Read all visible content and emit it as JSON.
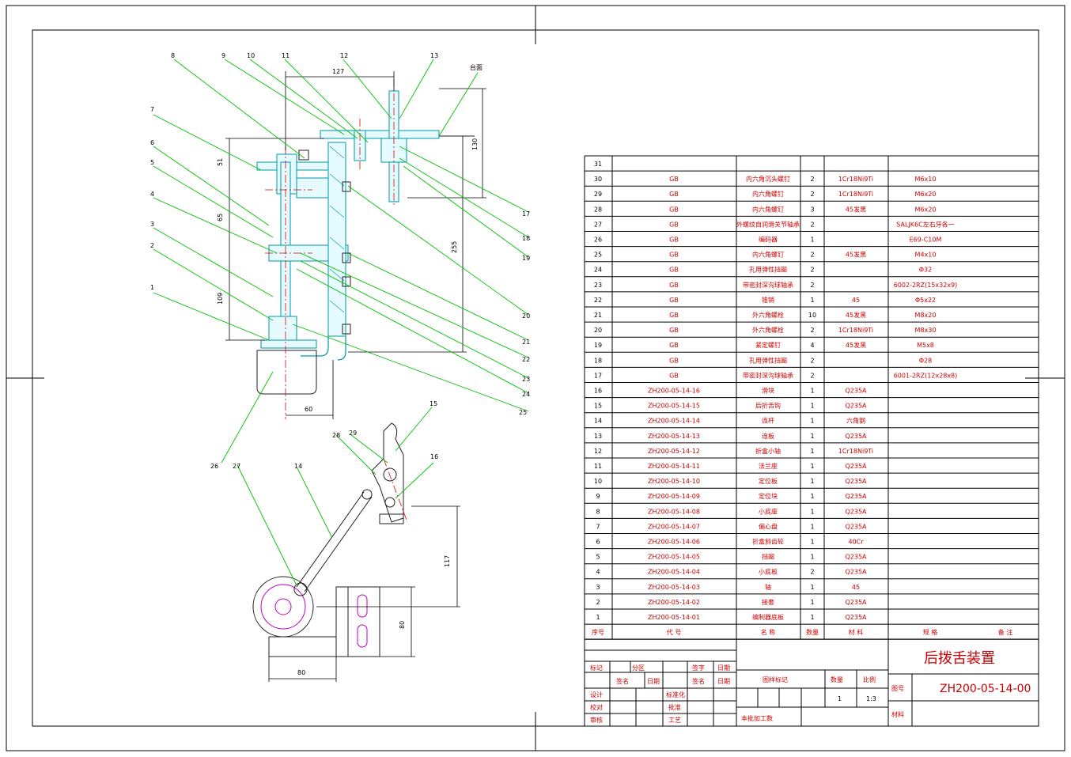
{
  "drawing": {
    "title": "后拨舌装置",
    "code": "ZH200-05-14-00",
    "quantity": "1",
    "scale": "1:3",
    "scale_label": "比例",
    "quantity_label": "数量",
    "pattern_label": "图样标记",
    "code_label": "图号",
    "material_label": "材料",
    "batch_label": "本批加工数"
  },
  "signoff": {
    "mark": "标记",
    "zone": "分区",
    "sign": "签字",
    "date": "日期",
    "sign2": "签名",
    "date2": "日期",
    "sign3": "签名",
    "date3": "日期",
    "design": "设计",
    "standard": "标准化",
    "check": "校对",
    "approve": "批准",
    "review": "审核",
    "process": "工艺"
  },
  "bom_header": {
    "index": "序号",
    "code": "代        号",
    "name": "名    称",
    "qty": "数量",
    "material": "材    料",
    "spec": "规    格",
    "remark": "备    注"
  },
  "bom": [
    {
      "n": "31",
      "code": "",
      "name": "",
      "qty": "",
      "mat": "",
      "spec": ""
    },
    {
      "n": "30",
      "code": "GB",
      "name": "内六角沉头螺钉",
      "qty": "2",
      "mat": "1Cr18Ni9Ti",
      "spec": "M6x10"
    },
    {
      "n": "29",
      "code": "GB",
      "name": "内六角螺钉",
      "qty": "2",
      "mat": "1Cr18Ni9Ti",
      "spec": "M6x20"
    },
    {
      "n": "28",
      "code": "GB",
      "name": "内六角螺钉",
      "qty": "3",
      "mat": "45发黑",
      "spec": "M6x20"
    },
    {
      "n": "27",
      "code": "GB",
      "name": "外螺纹自润滑关节轴承",
      "qty": "2",
      "mat": "",
      "spec": "SALJK6C左右牙各一"
    },
    {
      "n": "26",
      "code": "GB",
      "name": "编码器",
      "qty": "1",
      "mat": "",
      "spec": "E69-C10M"
    },
    {
      "n": "25",
      "code": "GB",
      "name": "内六角螺钉",
      "qty": "2",
      "mat": "45发黑",
      "spec": "M4x10"
    },
    {
      "n": "24",
      "code": "GB",
      "name": "孔用弹性挡圈",
      "qty": "2",
      "mat": "",
      "spec": "Φ32"
    },
    {
      "n": "23",
      "code": "GB",
      "name": "带密封深沟球轴承",
      "qty": "2",
      "mat": "",
      "spec": "6002-2RZ(15x32x9)"
    },
    {
      "n": "22",
      "code": "GB",
      "name": "锥销",
      "qty": "1",
      "mat": "45",
      "spec": "Φ5x22"
    },
    {
      "n": "21",
      "code": "GB",
      "name": "外六角螺栓",
      "qty": "10",
      "mat": "45发黑",
      "spec": "M8x20"
    },
    {
      "n": "20",
      "code": "GB",
      "name": "外六角螺栓",
      "qty": "2",
      "mat": "1Cr18Ni9Ti",
      "spec": "M8x30"
    },
    {
      "n": "19",
      "code": "GB",
      "name": "紧定螺钉",
      "qty": "4",
      "mat": "45发黑",
      "spec": "M5x8"
    },
    {
      "n": "18",
      "code": "GB",
      "name": "孔用弹性挡圈",
      "qty": "2",
      "mat": "",
      "spec": "Φ28"
    },
    {
      "n": "17",
      "code": "GB",
      "name": "带密封深沟球轴承",
      "qty": "2",
      "mat": "",
      "spec": "6001-2RZ(12x28x8)"
    },
    {
      "n": "16",
      "code": "ZH200-05-14-16",
      "name": "滑块",
      "qty": "1",
      "mat": "Q235A",
      "spec": ""
    },
    {
      "n": "15",
      "code": "ZH200-05-14-15",
      "name": "后折舌钩",
      "qty": "1",
      "mat": "Q235A",
      "spec": ""
    },
    {
      "n": "14",
      "code": "ZH200-05-14-14",
      "name": "连杆",
      "qty": "1",
      "mat": "六角钢",
      "spec": ""
    },
    {
      "n": "13",
      "code": "ZH200-05-14-13",
      "name": "连板",
      "qty": "1",
      "mat": "Q235A",
      "spec": ""
    },
    {
      "n": "12",
      "code": "ZH200-05-14-12",
      "name": "折盒小轴",
      "qty": "1",
      "mat": "1Cr18Ni9Ti",
      "spec": ""
    },
    {
      "n": "11",
      "code": "ZH200-05-14-11",
      "name": "法兰座",
      "qty": "1",
      "mat": "Q235A",
      "spec": ""
    },
    {
      "n": "10",
      "code": "ZH200-05-14-10",
      "name": "定位板",
      "qty": "1",
      "mat": "Q235A",
      "spec": ""
    },
    {
      "n": "9",
      "code": "ZH200-05-14-09",
      "name": "定位块",
      "qty": "1",
      "mat": "Q235A",
      "spec": ""
    },
    {
      "n": "8",
      "code": "ZH200-05-14-08",
      "name": "小底座",
      "qty": "1",
      "mat": "Q235A",
      "spec": ""
    },
    {
      "n": "7",
      "code": "ZH200-05-14-07",
      "name": "偏心盘",
      "qty": "1",
      "mat": "Q235A",
      "spec": ""
    },
    {
      "n": "6",
      "code": "ZH200-05-14-06",
      "name": "折盒斜齿轮",
      "qty": "1",
      "mat": "40Cr",
      "spec": ""
    },
    {
      "n": "5",
      "code": "ZH200-05-14-05",
      "name": "挡圈",
      "qty": "1",
      "mat": "Q235A",
      "spec": ""
    },
    {
      "n": "4",
      "code": "ZH200-05-14-04",
      "name": "小底板",
      "qty": "2",
      "mat": "Q235A",
      "spec": ""
    },
    {
      "n": "3",
      "code": "ZH200-05-14-03",
      "name": "轴",
      "qty": "1",
      "mat": "45",
      "spec": ""
    },
    {
      "n": "2",
      "code": "ZH200-05-14-02",
      "name": "接套",
      "qty": "1",
      "mat": "Q235A",
      "spec": ""
    },
    {
      "n": "1",
      "code": "ZH200-05-14-01",
      "name": "编制器底板",
      "qty": "1",
      "mat": "Q235A",
      "spec": ""
    }
  ],
  "callouts_top": [
    "8",
    "9",
    "10",
    "11",
    "12",
    "13"
  ],
  "callouts_left": [
    "7",
    "6",
    "5",
    "4",
    "3",
    "2",
    "1"
  ],
  "callouts_right": [
    "17",
    "18",
    "19",
    "20",
    "21",
    "22",
    "23",
    "24",
    "25"
  ],
  "callouts_bottom": [
    "26",
    "27",
    "14",
    "28",
    "29",
    "15",
    "16"
  ],
  "dimensions": {
    "d127": "127",
    "d130": "130",
    "d51": "51",
    "d65": "65",
    "d255": "255",
    "d109": "109",
    "d60": "60",
    "d117": "117",
    "d80v": "80",
    "d80h": "80",
    "table_face": "台面"
  }
}
